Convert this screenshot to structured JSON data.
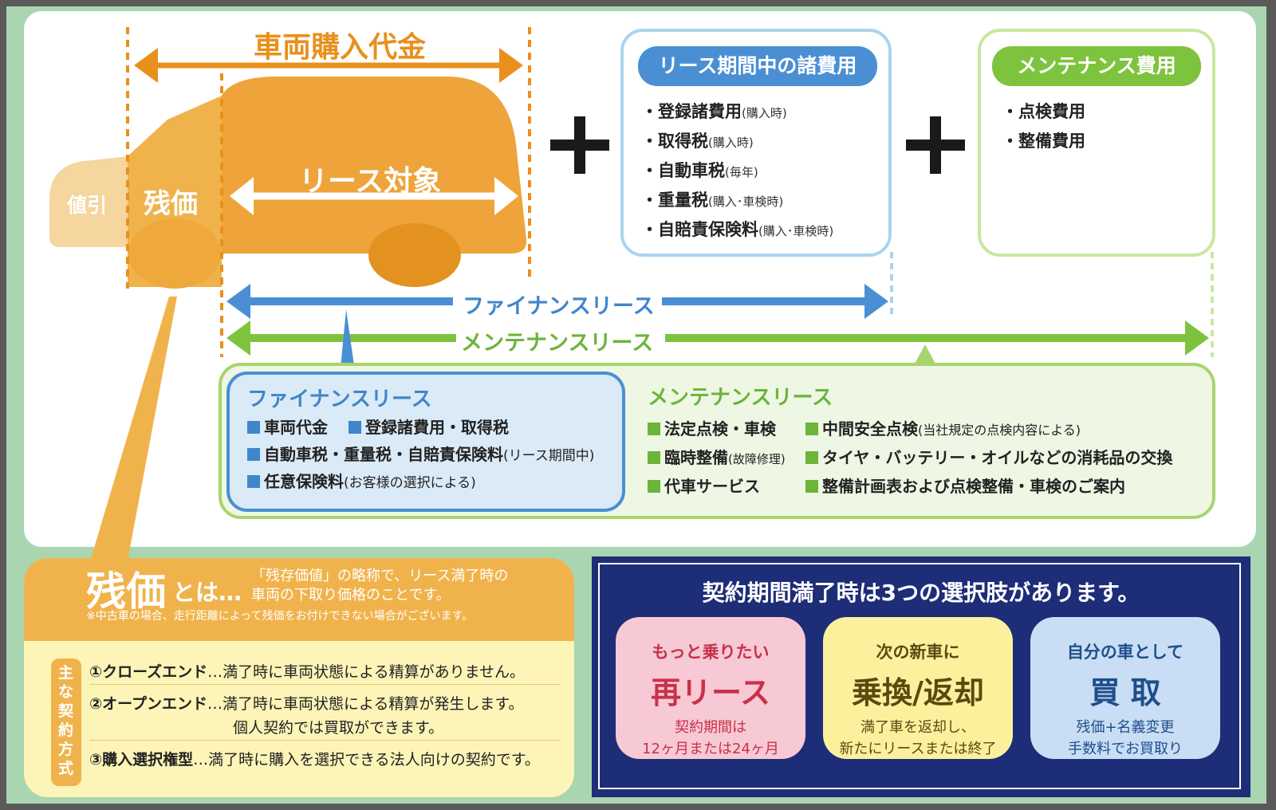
{
  "colors": {
    "orange": "#f0a23a",
    "blue": "#4a8fd4",
    "green": "#7ec33d",
    "navy": "#1e2d78",
    "pink": "#f6c9d4",
    "yellow": "#fbf19c",
    "lightblue": "#c9def4"
  },
  "car": {
    "top_label": "車両購入代金",
    "discount": "値引",
    "residual": "残価",
    "lease_target": "リース対象"
  },
  "plus_sign": "＋",
  "lease_costs": {
    "title": "リース期間中の諸費用",
    "items": [
      {
        "label": "・登録諸費用",
        "note": "(購入時)"
      },
      {
        "label": "・取得税",
        "note": "(購入時)"
      },
      {
        "label": "・自動車税",
        "note": "(毎年)"
      },
      {
        "label": "・重量税",
        "note": "(購入･車検時)"
      },
      {
        "label": "・自賠責保険料",
        "note": "(購入･車検時)"
      }
    ]
  },
  "maintenance_costs": {
    "title": "メンテナンス費用",
    "items": [
      "・点検費用",
      "・整備費用"
    ]
  },
  "arrows": {
    "finance": "ファイナンスリース",
    "maintenance": "メンテナンスリース"
  },
  "finance_box": {
    "title": "ファイナンスリース",
    "rows": [
      {
        "a": "車両代金",
        "b": "登録諸費用・取得税"
      },
      {
        "a": "自動車税・重量税・自賠責保険料",
        "note": "(リース期間中)"
      },
      {
        "a": "任意保険料",
        "note": "(お客様の選択による)"
      }
    ]
  },
  "maintenance_box": {
    "title": "メンテナンスリース",
    "rows": [
      {
        "a": "法定点検・車検",
        "b": "中間安全点検",
        "b_note": "(当社規定の点検内容による)"
      },
      {
        "a": "臨時整備",
        "a_note": "(故障修理)",
        "b": "タイヤ・バッテリー・オイルなどの消耗品の交換"
      },
      {
        "a": "代車サービス",
        "b": "整備計画表および点検整備・車検のご案内"
      }
    ]
  },
  "residual_info": {
    "big": "残価",
    "towa": "とは…",
    "desc1": "「残存価値」の略称で、リース満了時の",
    "desc2": "車両の下取り価格のことです。",
    "note": "※中古車の場合、走行距離によって残価をお付けできない場合がございます。",
    "side_label": "主な契約方式",
    "methods": [
      {
        "name": "①クローズエンド",
        "desc": "…満了時に車両状態による精算がありません。"
      },
      {
        "name": "②オープンエンド",
        "desc": "…満了時に車両状態による精算が発生します。",
        "desc2": "個人契約では買取ができます。"
      },
      {
        "name": "③購入選択権型",
        "desc": "…満了時に購入を選択できる法人向けの契約です。"
      }
    ]
  },
  "options": {
    "title": "契約期間満了時は3つの選択肢があります。",
    "items": [
      {
        "line1": "もっと乗りたい",
        "big": "再リース",
        "sub1": "契約期間は",
        "sub2": "12ヶ月または24ヶ月"
      },
      {
        "line1": "次の新車に",
        "big": "乗換/返却",
        "sub1": "満了車を返却し、",
        "sub2": "新たにリースまたは終了"
      },
      {
        "line1": "自分の車として",
        "big": "買 取",
        "sub1": "残価+名義変更",
        "sub2": "手数料でお買取り"
      }
    ]
  }
}
